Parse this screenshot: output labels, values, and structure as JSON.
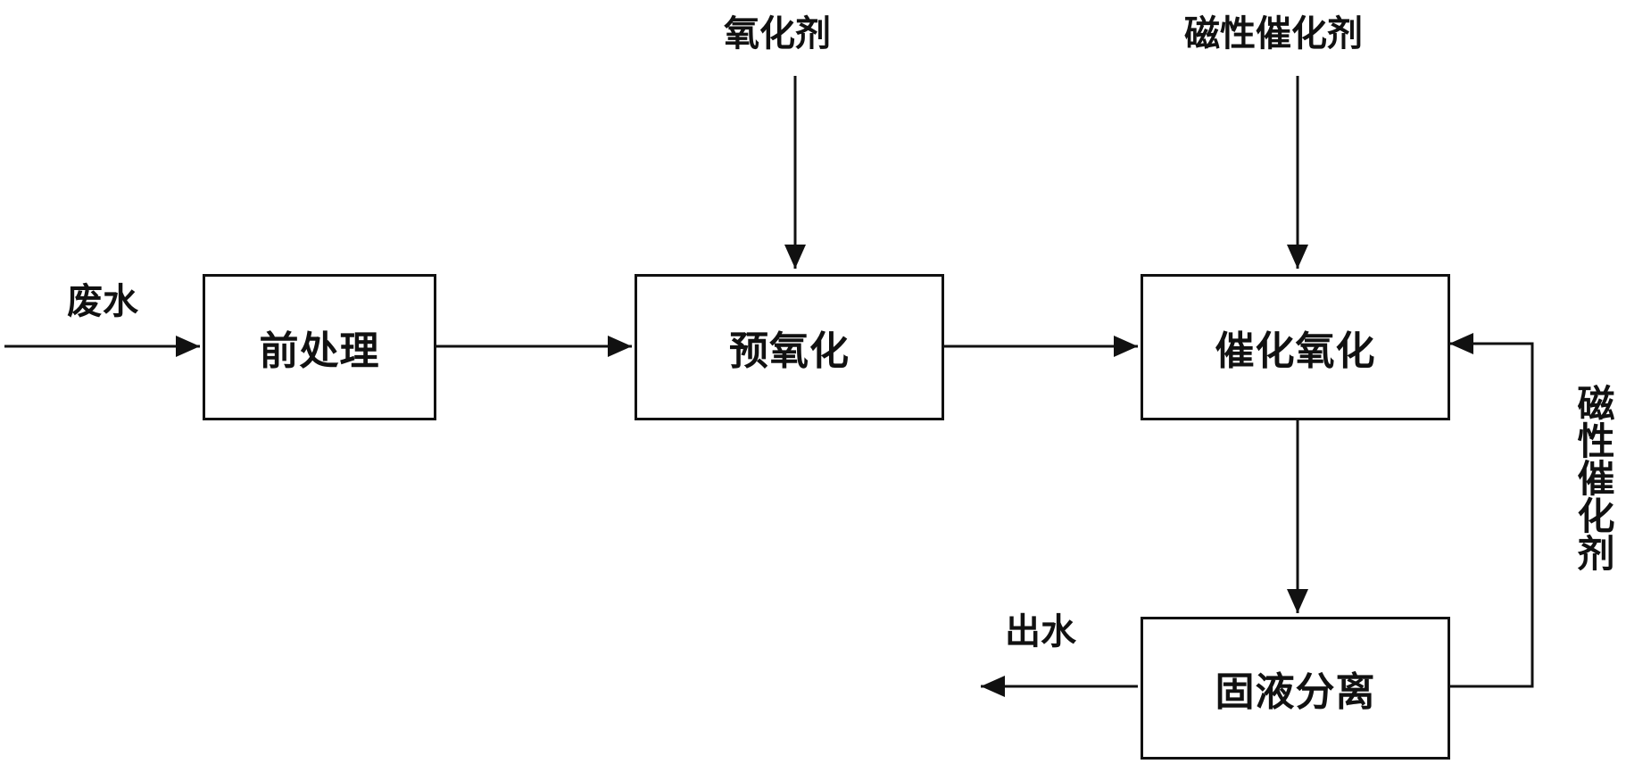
{
  "boxes": {
    "pretreatment": "前处理",
    "preoxidation": "预氧化",
    "catalytic_oxidation": "催化氧化",
    "solid_liquid_separation": "固液分离"
  },
  "labels": {
    "wastewater_in": "废水",
    "oxidant": "氧化剂",
    "magnetic_catalyst_in": "磁性催化剂",
    "effluent_out": "出水",
    "magnetic_catalyst_recycle": "磁性催化剂"
  }
}
